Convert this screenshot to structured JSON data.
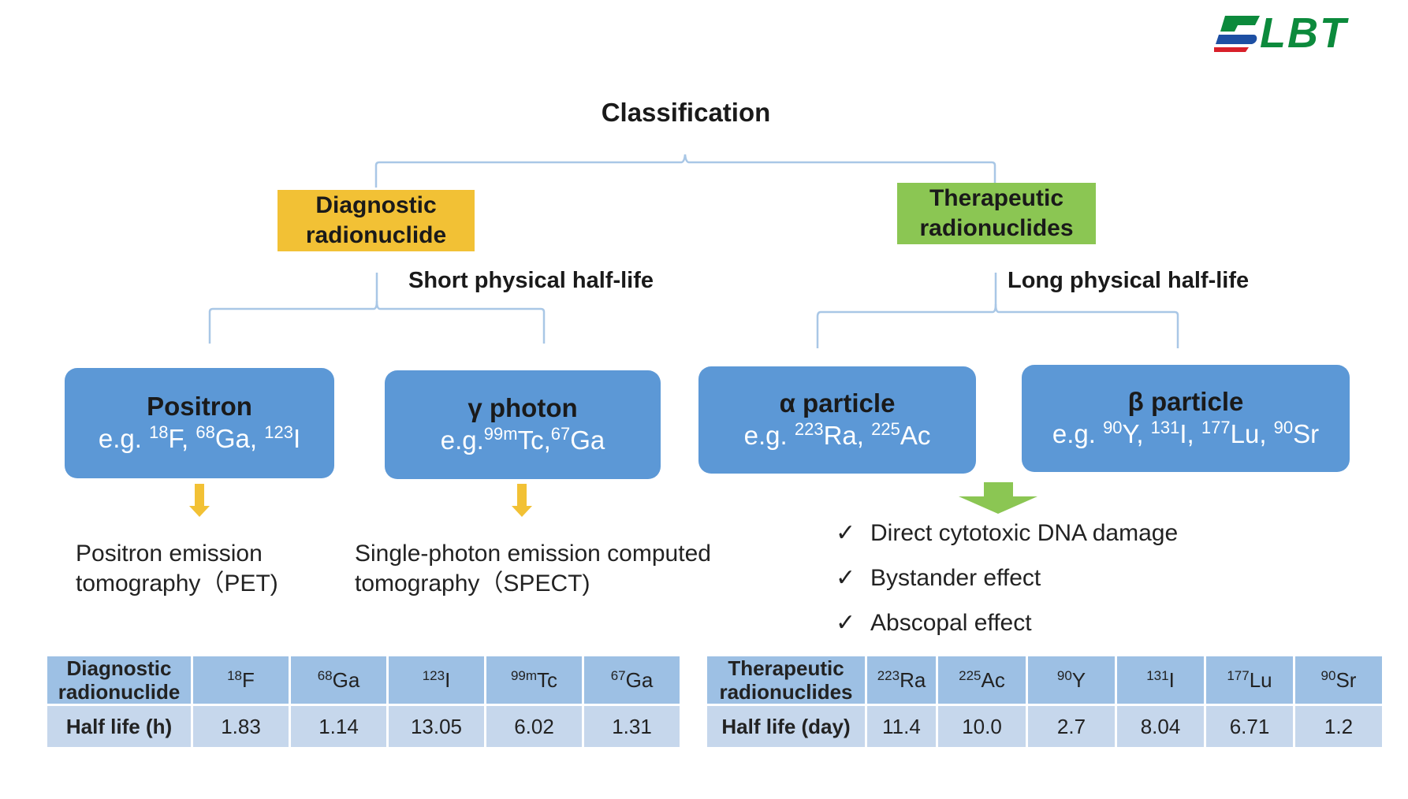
{
  "logo": {
    "text": "LBT",
    "colors": {
      "green": "#0c8a3c",
      "blue": "#1d4fa3",
      "red": "#d8202a"
    }
  },
  "title": "Classification",
  "branches": {
    "diagnostic": {
      "label": "Diagnostic radionuclide",
      "half_life": "Short physical half-life",
      "color": "#f2c135"
    },
    "therapeutic": {
      "label": "Therapeutic radionuclides",
      "half_life": "Long physical half-life",
      "color": "#8bc653"
    }
  },
  "boxes": {
    "positron": {
      "title": "Positron",
      "eg": "e.g. ",
      "items": [
        {
          "mass": "18",
          "el": "F"
        },
        {
          "mass": "68",
          "el": "Ga"
        },
        {
          "mass": "123",
          "el": "I"
        }
      ]
    },
    "gamma": {
      "title": "γ photon",
      "eg": "e.g.",
      "items": [
        {
          "mass": "99m",
          "el": "Tc"
        },
        {
          "mass": "67",
          "el": "Ga"
        }
      ]
    },
    "alpha": {
      "title": "α particle",
      "eg": "e.g. ",
      "items": [
        {
          "mass": "223",
          "el": "Ra"
        },
        {
          "mass": "225",
          "el": "Ac"
        }
      ]
    },
    "beta": {
      "title": "β particle",
      "eg": "e.g. ",
      "items": [
        {
          "mass": "90",
          "el": "Y"
        },
        {
          "mass": "131",
          "el": "I"
        },
        {
          "mass": "177",
          "el": "Lu"
        },
        {
          "mass": "90",
          "el": "Sr"
        }
      ]
    },
    "box_color": "#5c98d6"
  },
  "descriptions": {
    "pet": [
      "Positron emission",
      "tomography（PET)"
    ],
    "spect": [
      "Single-photon emission computed",
      "tomography（SPECT)"
    ]
  },
  "effects": {
    "check": "✓",
    "items": [
      "Direct cytotoxic DNA damage",
      "Bystander effect",
      "Abscopal effect"
    ]
  },
  "table_diagnostic": {
    "header_label": [
      "Diagnostic",
      "radionuclide"
    ],
    "row_label": "Half life (h)",
    "nuclides": [
      {
        "mass": "18",
        "el": "F"
      },
      {
        "mass": "68",
        "el": "Ga"
      },
      {
        "mass": "123",
        "el": "I"
      },
      {
        "mass": "99m",
        "el": "Tc"
      },
      {
        "mass": "67",
        "el": "Ga"
      }
    ],
    "values": [
      "1.83",
      "1.14",
      "13.05",
      "6.02",
      "1.31"
    ]
  },
  "table_therapeutic": {
    "header_label": [
      "Therapeutic",
      "radionuclides"
    ],
    "row_label": "Half life (day)",
    "nuclides": [
      {
        "mass": "223",
        "el": "Ra"
      },
      {
        "mass": "225",
        "el": "Ac"
      },
      {
        "mass": "90",
        "el": "Y"
      },
      {
        "mass": "131",
        "el": "I"
      },
      {
        "mass": "177",
        "el": "Lu"
      },
      {
        "mass": "90",
        "el": "Sr"
      }
    ],
    "values": [
      "11.4",
      "10.0",
      "2.7",
      "8.04",
      "6.71",
      "1.2"
    ]
  }
}
